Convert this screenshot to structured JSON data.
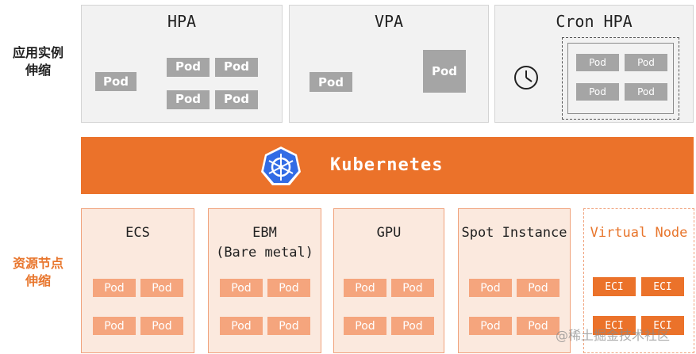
{
  "side_labels": {
    "app_scaling": "应用实例\n伸缩",
    "resource_scaling": "资源节点\n伸缩"
  },
  "top_panels": [
    {
      "title": "HPA",
      "pods": [
        "Pod",
        "Pod",
        "Pod",
        "Pod",
        "Pod"
      ]
    },
    {
      "title": "VPA",
      "pods": [
        "Pod",
        "Pod"
      ]
    },
    {
      "title": "Cron HPA",
      "pods": [
        "Pod",
        "Pod",
        "Pod",
        "Pod"
      ]
    }
  ],
  "kubernetes": {
    "label": "Kubernetes"
  },
  "resource_panels": [
    {
      "title": "ECS",
      "pods": [
        "Pod",
        "Pod",
        "Pod",
        "Pod"
      ]
    },
    {
      "title": "EBM\n(Bare metal)",
      "pods": [
        "Pod",
        "Pod",
        "Pod",
        "Pod"
      ]
    },
    {
      "title": "GPU",
      "pods": [
        "Pod",
        "Pod",
        "Pod",
        "Pod"
      ]
    },
    {
      "title": "Spot Instance",
      "pods": [
        "Pod",
        "Pod",
        "Pod",
        "Pod"
      ]
    },
    {
      "title": "Virtual Node",
      "pods": [
        "ECI",
        "ECI",
        "ECI",
        "ECI"
      ]
    }
  ],
  "colors": {
    "orange": "#eb722a",
    "light_orange": "#f5a57d",
    "gray_pod": "#a5a5a5",
    "k8s_blue": "#326ce5"
  },
  "icons": {
    "clock": "clock-icon",
    "kubernetes": "kubernetes-helm-icon"
  },
  "watermark": "@稀土掘金技术社区"
}
